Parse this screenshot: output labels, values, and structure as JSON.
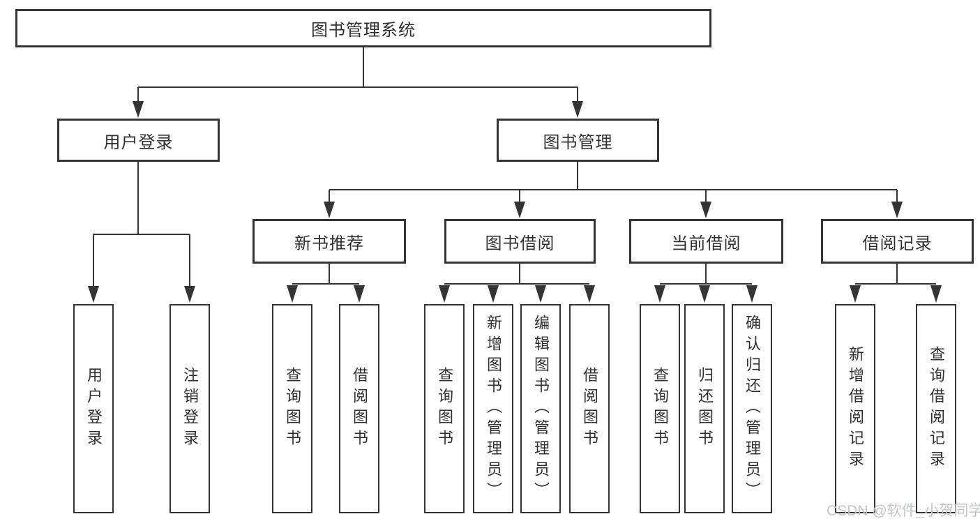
{
  "diagram": {
    "root": {
      "label": "图书管理系统"
    },
    "branches": [
      {
        "label": "用户登录",
        "children": [
          "用户登录",
          "注销登录"
        ]
      },
      {
        "label": "图书管理",
        "sections": [
          {
            "label": "新书推荐",
            "children": [
              "查询图书",
              "借阅图书"
            ]
          },
          {
            "label": "图书借阅",
            "children": [
              "查询图书",
              "新增图书（管理员）",
              "编辑图书（管理员）",
              "借阅图书"
            ]
          },
          {
            "label": "当前借阅",
            "children": [
              "查询图书",
              "归还图书",
              "确认归还（管理员）"
            ]
          },
          {
            "label": "借阅记录",
            "children": [
              "新增借阅记录",
              "查询借阅记录"
            ]
          }
        ]
      }
    ],
    "colors": {
      "line": "#343434",
      "text": "#303030",
      "box_background": "#ffffff",
      "watermark": "#c3c6c9"
    },
    "watermark": "CSDN @软件_小贺同学"
  }
}
